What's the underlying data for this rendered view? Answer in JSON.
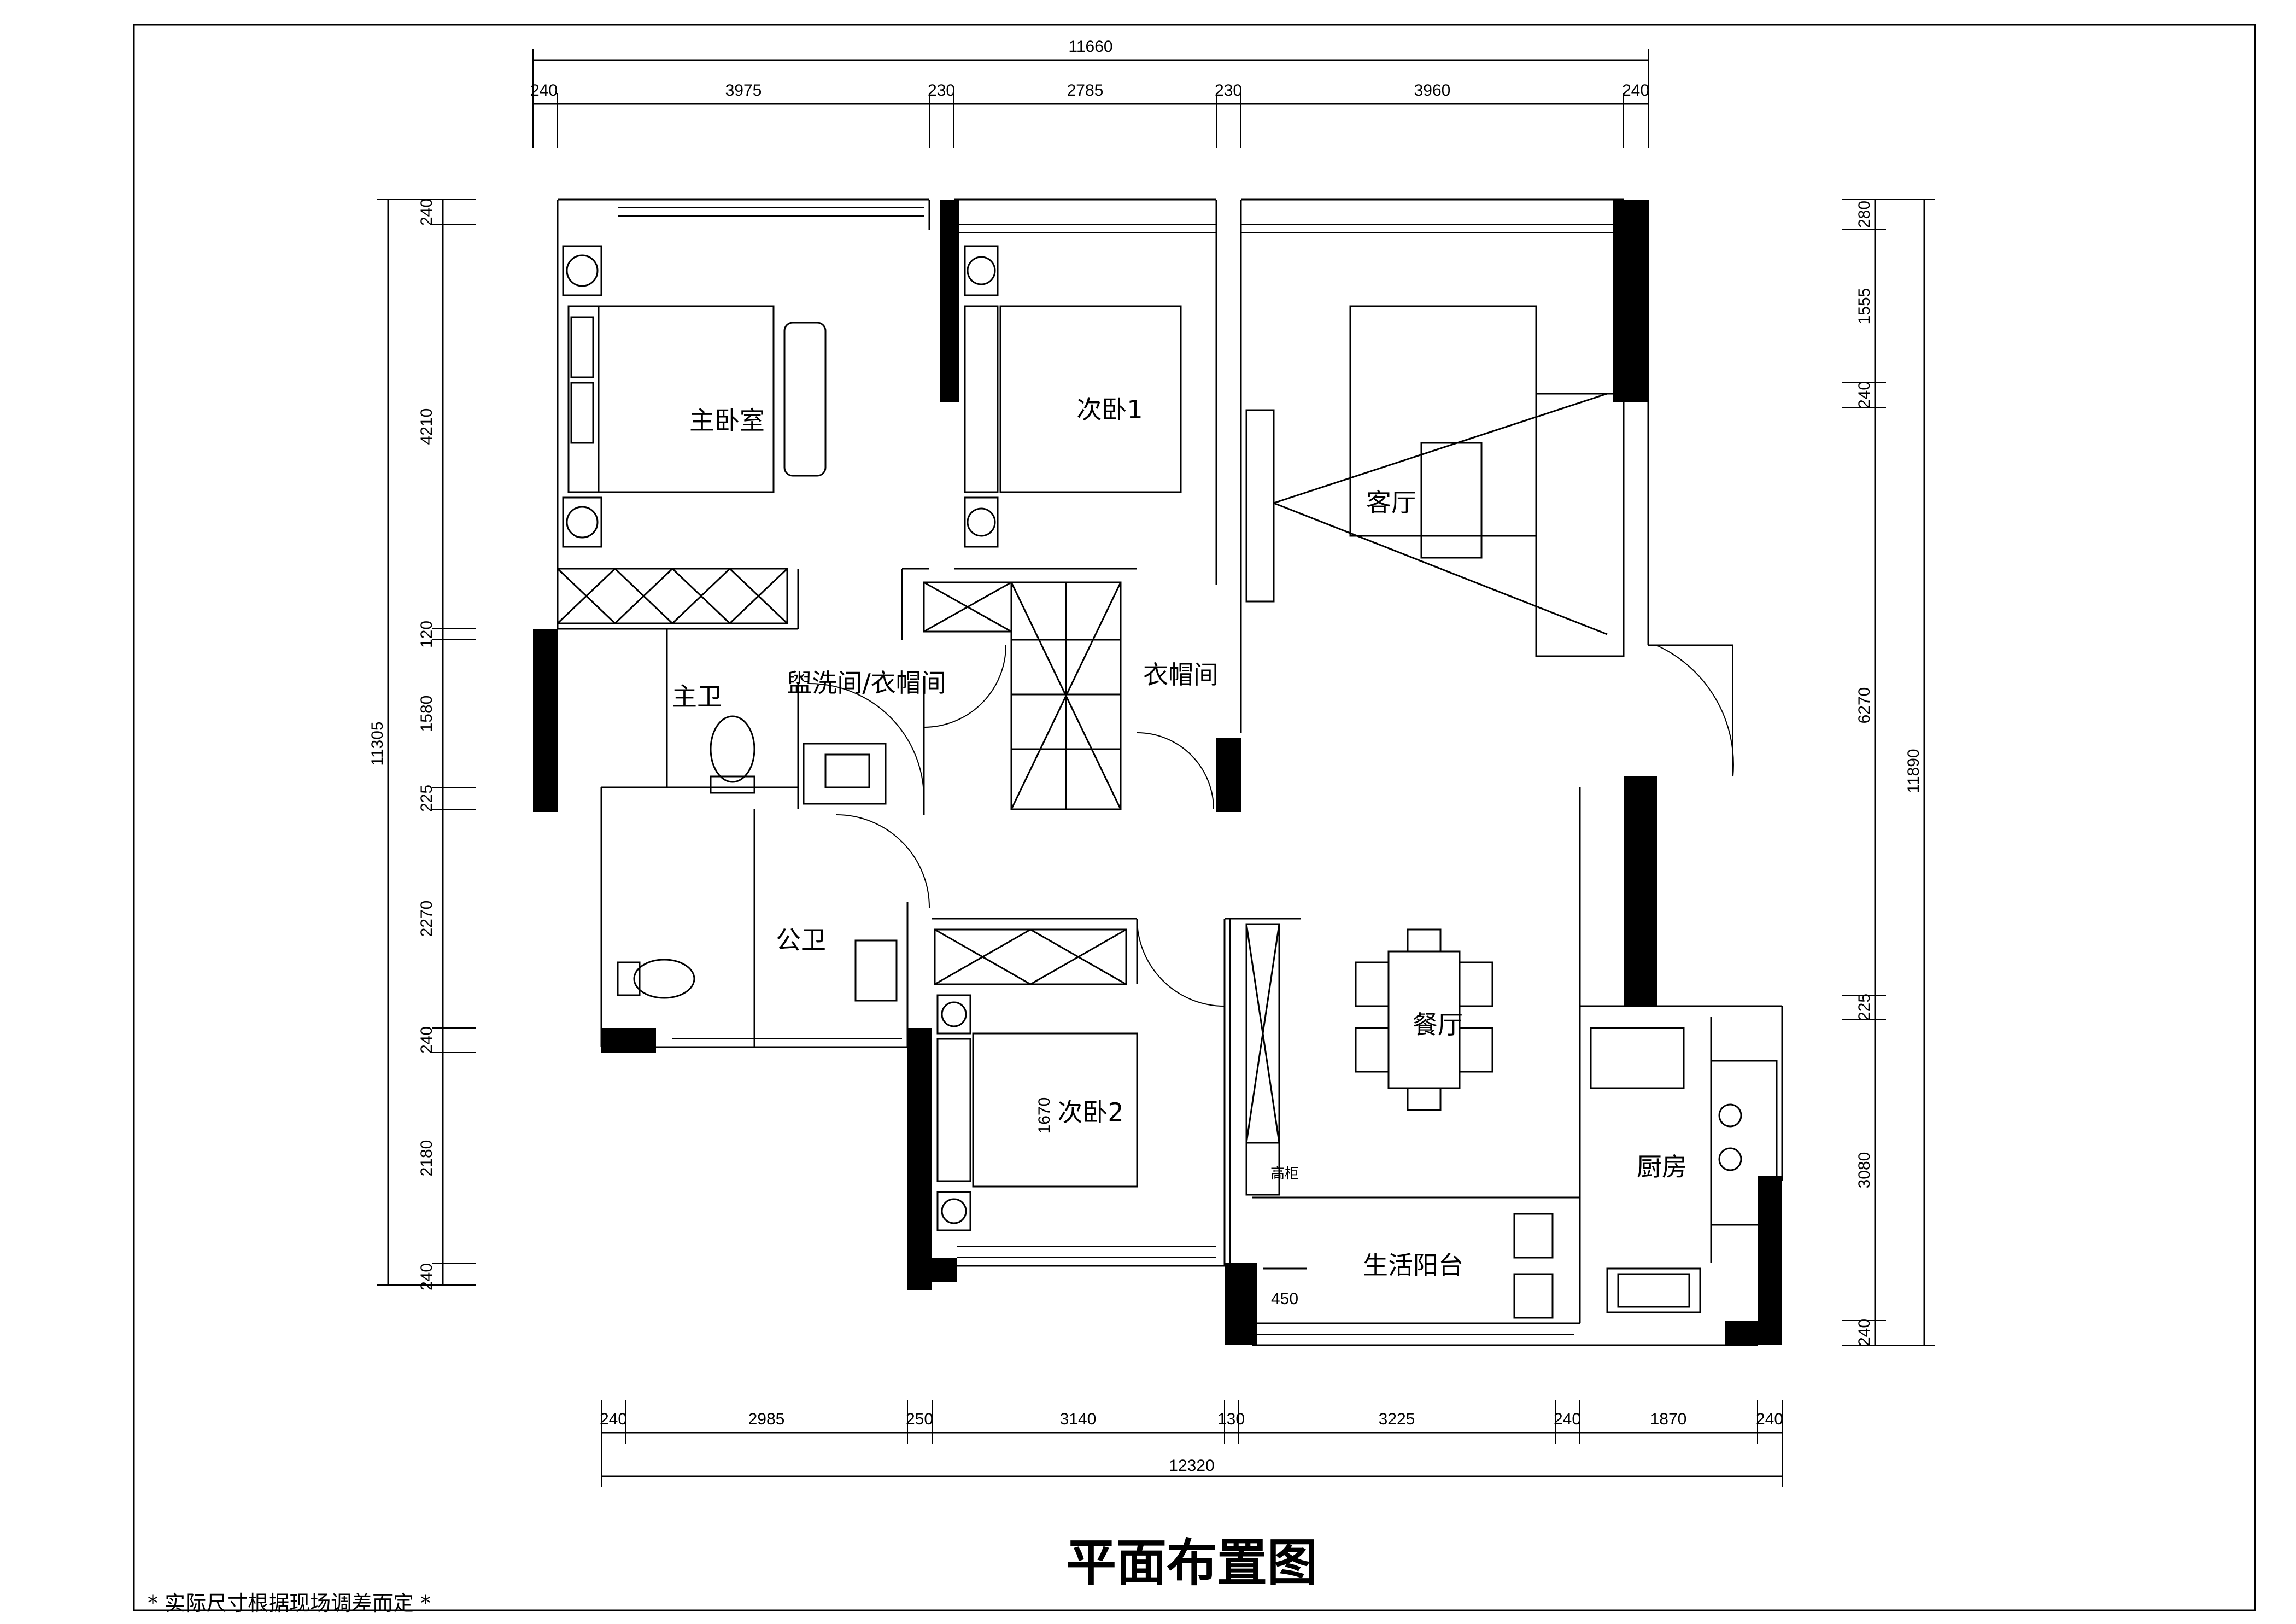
{
  "title": "平面布置图",
  "note": "* 实际尺寸根据现场调差而定 *",
  "rooms": {
    "master_bedroom": "主卧室",
    "bedroom1": "次卧1",
    "living_room": "客厅",
    "master_bath": "主卫",
    "wash_cloak": "盥洗间/衣帽间",
    "cloakroom": "衣帽间",
    "public_bath": "公卫",
    "bedroom2": "次卧2",
    "dining": "餐厅",
    "kitchen": "厨房",
    "service_balcony": "生活阳台",
    "tall_cabinet": "高柜"
  },
  "dims": {
    "top_total": "11660",
    "top": [
      "240",
      "3975",
      "230",
      "2785",
      "230",
      "3960",
      "240"
    ],
    "bottom": [
      "240",
      "2985",
      "250",
      "3140",
      "130",
      "3225",
      "240",
      "1870",
      "240"
    ],
    "bottom_total": "12320",
    "left_total": "11305",
    "left": [
      "240",
      "4210",
      "120",
      "1580",
      "225",
      "2270",
      "240",
      "2180",
      "240"
    ],
    "right_total": "11890",
    "right": [
      "280",
      "1555",
      "240",
      "6270",
      "225",
      "3080",
      "240"
    ],
    "bed2_depth": "1670",
    "balcony_width": "450"
  }
}
